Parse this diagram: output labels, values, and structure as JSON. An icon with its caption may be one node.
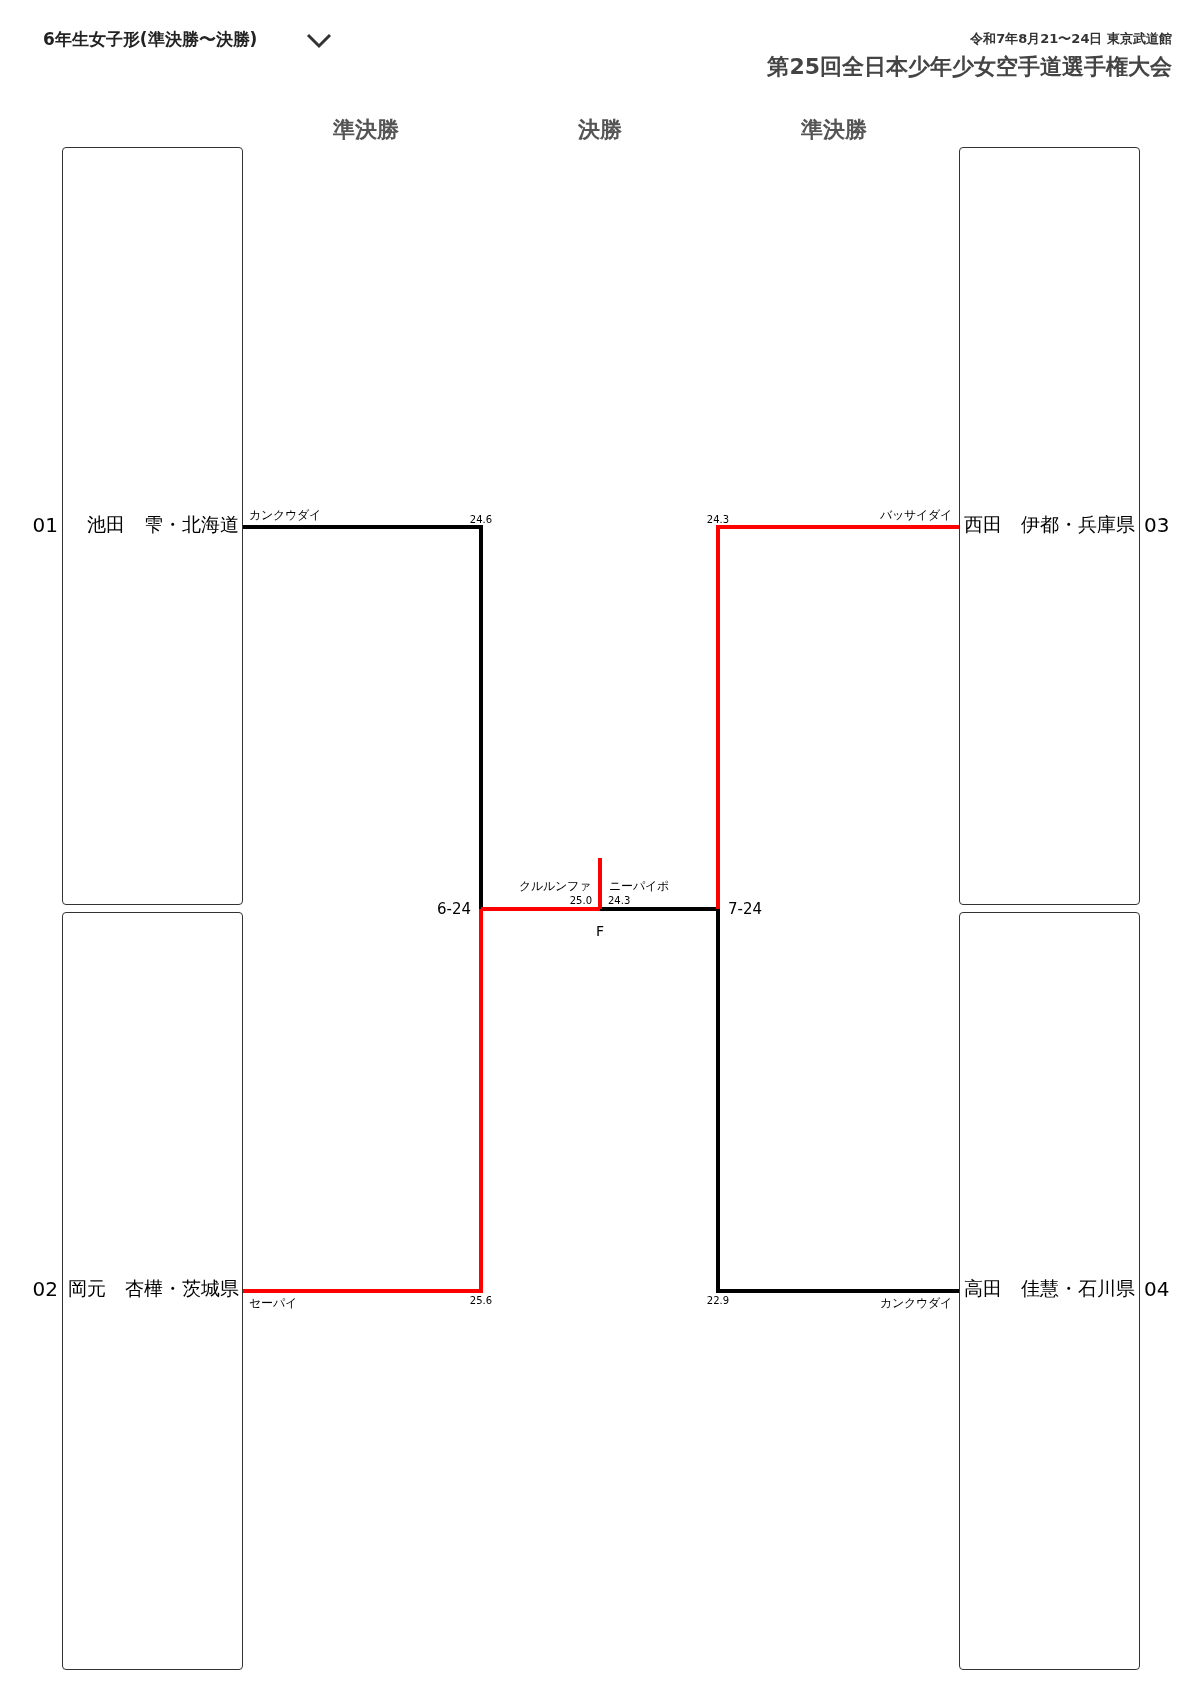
{
  "diagram": {
    "title": "第25回全日本少年少女空手道選手権大会",
    "nodes": [
      {
        "text": [
          "池田　雫・北海道"
        ],
        "beside": [
          "01"
        ]
      },
      {
        "text": [
          "岡元　杏樺・茨城県"
        ],
        "beside": [
          "02"
        ]
      },
      {
        "text": [
          "西田　伊都・兵庫県"
        ],
        "beside": [
          "03"
        ]
      },
      {
        "text": [
          "高田　佳慧・石川県"
        ],
        "beside": [
          "04"
        ]
      },
      {
        "text": [
          "6-24"
        ]
      },
      {
        "text": [
          "7-24"
        ]
      },
      {
        "text": [
          "F"
        ]
      }
    ],
    "edges": [
      {
        "from": 0,
        "to": 4,
        "arrow": "none",
        "label": "カンクウダイ",
        "color": "#000000"
      },
      {
        "from": 1,
        "to": 4,
        "arrow": "none",
        "label": "セーパイ",
        "color": "#ff0000"
      },
      {
        "from": 2,
        "to": 5,
        "arrow": "none",
        "label": "バッサイダイ",
        "color": "#ff0000"
      },
      {
        "from": 3,
        "to": 5,
        "arrow": "none",
        "label": "カンクウダイ",
        "color": "#000000"
      },
      {
        "from": 4,
        "to": 6,
        "arrow": "none",
        "label": "クルルンファ",
        "color": "#ff0000"
      },
      {
        "from": 5,
        "to": 6,
        "arrow": "none",
        "label": "ニーパイポ",
        "color": "#000000"
      },
      {
        "from": 6,
        "to": null,
        "arrow": "none",
        "color": "#ff0000"
      }
    ],
    "labels": [
      "6年生女子形(準決勝〜決勝)",
      "令和7年8月21〜24日 東京武道館",
      "準決勝",
      "決勝",
      "準決勝",
      "24.6",
      "24.3",
      "25.0",
      "24.3",
      "25.6",
      "22.9"
    ]
  }
}
